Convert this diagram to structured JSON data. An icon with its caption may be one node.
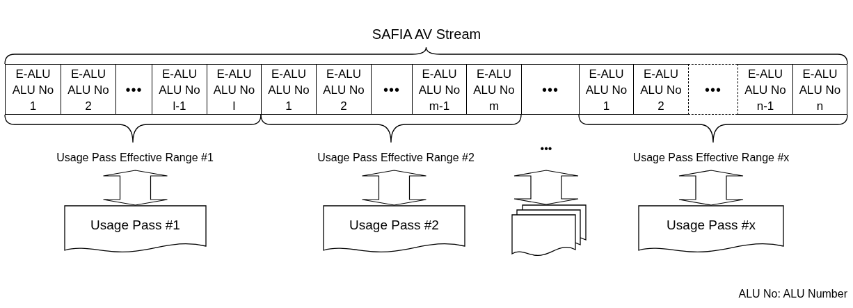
{
  "diagram": {
    "title": "SAFIA AV Stream",
    "nodes": [
      {
        "text": [
          "E-ALU",
          "ALU No",
          "1"
        ]
      },
      {
        "text": [
          "E-ALU",
          "ALU No",
          "2"
        ]
      },
      {
        "text": [
          "•••"
        ]
      },
      {
        "text": [
          "E-ALU",
          "ALU No",
          "l-1"
        ]
      },
      {
        "text": [
          "E-ALU",
          "ALU No",
          "l"
        ]
      },
      {
        "text": [
          "E-ALU",
          "ALU No",
          "1"
        ]
      },
      {
        "text": [
          "E-ALU",
          "ALU No",
          "2"
        ]
      },
      {
        "text": [
          "•••"
        ]
      },
      {
        "text": [
          "E-ALU",
          "ALU No",
          "m-1"
        ]
      },
      {
        "text": [
          "E-ALU",
          "ALU No",
          "m"
        ]
      },
      {
        "text": [
          "•••"
        ]
      },
      {
        "text": [
          "E-ALU",
          "ALU No",
          "1"
        ]
      },
      {
        "text": [
          "E-ALU",
          "ALU No",
          "2"
        ]
      },
      {
        "text": [
          "•••"
        ]
      },
      {
        "text": [
          "E-ALU",
          "ALU No",
          "n-1"
        ]
      },
      {
        "text": [
          "E-ALU",
          "ALU No",
          "n"
        ]
      },
      {
        "text": [
          "Usage Pass Effective Range #1"
        ]
      },
      {
        "text": [
          "Usage Pass Effective Range #2"
        ]
      },
      {
        "text": [
          "•••"
        ]
      },
      {
        "text": [
          "Usage Pass Effective Range #x"
        ]
      },
      {
        "text": [
          "Usage Pass #1"
        ]
      },
      {
        "text": [
          "Usage Pass #2"
        ]
      },
      {
        "text": [],
        "shape": "document"
      },
      {
        "text": [
          "Usage Pass #x"
        ]
      }
    ],
    "edges": [
      {
        "from": 16,
        "to": 20,
        "arrow": "both"
      },
      {
        "from": 17,
        "to": 21,
        "arrow": "both"
      },
      {
        "from": 18,
        "to": 22,
        "arrow": "both"
      },
      {
        "from": 19,
        "to": 23,
        "arrow": "both"
      }
    ],
    "labels": [
      "ALU No: ALU Number"
    ]
  }
}
